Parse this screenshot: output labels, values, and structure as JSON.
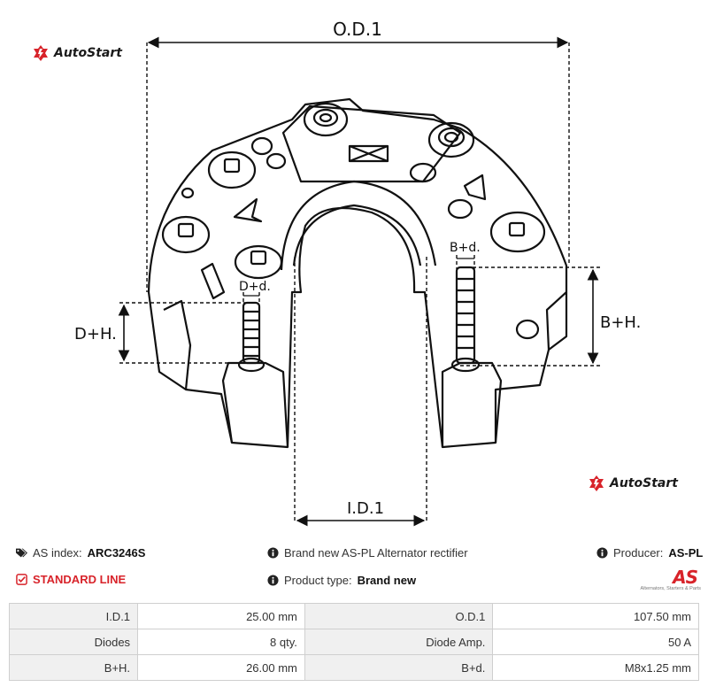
{
  "logo": {
    "text": "AutoStart",
    "color": "#d8232a"
  },
  "drawing": {
    "od_label": "O.D.1",
    "id_label": "I.D.1",
    "bh_label": "B+H.",
    "bd_label": "B+d.",
    "dh_label": "D+H.",
    "dd_label": "D+d."
  },
  "info": {
    "index_label": "AS index:",
    "index_value": "ARC3246S",
    "line": "STANDARD LINE",
    "description": "Brand new AS-PL Alternator rectifier",
    "type_label": "Product type:",
    "type_value": "Brand new",
    "producer_label": "Producer:",
    "producer_value": "AS-PL"
  },
  "as_logo": {
    "mark": "AS",
    "tagline": "Alternators, Starters & Parts"
  },
  "specs": [
    [
      {
        "label": "I.D.1",
        "value": "25.00 mm"
      },
      {
        "label": "O.D.1",
        "value": "107.50 mm"
      }
    ],
    [
      {
        "label": "Diodes",
        "value": "8 qty."
      },
      {
        "label": "Diode Amp.",
        "value": "50 A"
      }
    ],
    [
      {
        "label": "B+H.",
        "value": "26.00 mm"
      },
      {
        "label": "B+d.",
        "value": "M8x1.25 mm"
      }
    ]
  ],
  "icons": {
    "tag": "tags-icon",
    "check": "check-square-icon",
    "info": "info-circle-icon"
  }
}
